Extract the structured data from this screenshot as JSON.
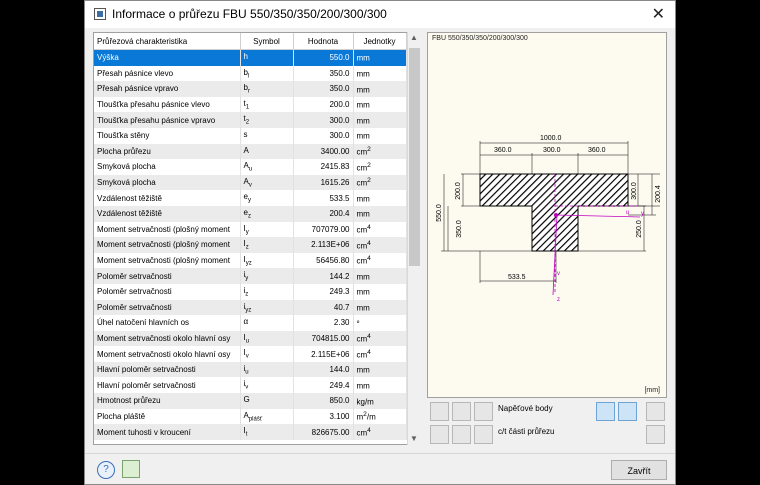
{
  "window": {
    "title": "Informace o průřezu FBU 550/350/350/200/300/300",
    "close_glyph": "✕"
  },
  "table": {
    "headers": [
      "Průřezová charakteristika",
      "Symbol",
      "Hodnota",
      "Jednotky"
    ],
    "rows": [
      {
        "name": "Výška",
        "sym": "h",
        "sub": "",
        "val": "550.0",
        "unit": "mm",
        "sup": ""
      },
      {
        "name": "Přesah pásnice vlevo",
        "sym": "b",
        "sub": "l",
        "val": "350.0",
        "unit": "mm",
        "sup": ""
      },
      {
        "name": "Přesah pásnice vpravo",
        "sym": "b",
        "sub": "r",
        "val": "350.0",
        "unit": "mm",
        "sup": ""
      },
      {
        "name": "Tloušťka přesahu pásnice vlevo",
        "sym": "t",
        "sub": "1",
        "val": "200.0",
        "unit": "mm",
        "sup": ""
      },
      {
        "name": "Tloušťka přesahu pásnice vpravo",
        "sym": "t",
        "sub": "2",
        "val": "300.0",
        "unit": "mm",
        "sup": ""
      },
      {
        "name": "Tloušťka stěny",
        "sym": "s",
        "sub": "",
        "val": "300.0",
        "unit": "mm",
        "sup": ""
      },
      {
        "name": "Plocha průřezu",
        "sym": "A",
        "sub": "",
        "val": "3400.00",
        "unit": "cm",
        "sup": "2"
      },
      {
        "name": "Smyková plocha",
        "sym": "A",
        "sub": "u",
        "val": "2415.83",
        "unit": "cm",
        "sup": "2"
      },
      {
        "name": "Smyková plocha",
        "sym": "A",
        "sub": "v",
        "val": "1615.26",
        "unit": "cm",
        "sup": "2"
      },
      {
        "name": "Vzdálenost těžiště",
        "sym": "e",
        "sub": "y",
        "val": "533.5",
        "unit": "mm",
        "sup": ""
      },
      {
        "name": "Vzdálenost těžiště",
        "sym": "e",
        "sub": "z",
        "val": "200.4",
        "unit": "mm",
        "sup": ""
      },
      {
        "name": "Moment setrvačnosti (plošný moment",
        "sym": "I",
        "sub": "y",
        "val": "707079.00",
        "unit": "cm",
        "sup": "4"
      },
      {
        "name": "Moment setrvačnosti (plošný moment",
        "sym": "I",
        "sub": "z",
        "val": "2.113E+06",
        "unit": "cm",
        "sup": "4"
      },
      {
        "name": "Moment setrvačnosti (plošný moment",
        "sym": "I",
        "sub": "yz",
        "val": "56456.80",
        "unit": "cm",
        "sup": "4"
      },
      {
        "name": "Poloměr setrvačnosti",
        "sym": "i",
        "sub": "y",
        "val": "144.2",
        "unit": "mm",
        "sup": ""
      },
      {
        "name": "Poloměr setrvačnosti",
        "sym": "i",
        "sub": "z",
        "val": "249.3",
        "unit": "mm",
        "sup": ""
      },
      {
        "name": "Poloměr setrvačnosti",
        "sym": "i",
        "sub": "yz",
        "val": "40.7",
        "unit": "mm",
        "sup": ""
      },
      {
        "name": "Úhel natočení hlavních os",
        "sym": "α",
        "sub": "",
        "val": "2.30",
        "unit": "°",
        "sup": ""
      },
      {
        "name": "Moment setrvačnosti okolo hlavní osy",
        "sym": "I",
        "sub": "u",
        "val": "704815.00",
        "unit": "cm",
        "sup": "4"
      },
      {
        "name": "Moment setrvačnosti okolo hlavní osy",
        "sym": "I",
        "sub": "v",
        "val": "2.115E+06",
        "unit": "cm",
        "sup": "4"
      },
      {
        "name": "Hlavní poloměr setrvačnosti",
        "sym": "i",
        "sub": "u",
        "val": "144.0",
        "unit": "mm",
        "sup": ""
      },
      {
        "name": "Hlavní poloměr setrvačnosti",
        "sym": "i",
        "sub": "v",
        "val": "249.4",
        "unit": "mm",
        "sup": ""
      },
      {
        "name": "Hmotnost průřezu",
        "sym": "G",
        "sub": "",
        "val": "850.0",
        "unit": "kg/m",
        "sup": ""
      },
      {
        "name": "Plocha pláště",
        "sym": "A",
        "sub": "plášť",
        "val": "3.100",
        "unit": "m",
        "sup": "2",
        "unit_tail": "/m"
      },
      {
        "name": "Moment tuhosti v kroucení",
        "sym": "I",
        "sub": "t",
        "val": "826675.00",
        "unit": "cm",
        "sup": "4"
      }
    ]
  },
  "preview": {
    "title": "FBU 550/350/350/200/300/300",
    "units_label": "[mm]",
    "dims": {
      "total_width": "1000.0",
      "left_overhang": "360.0",
      "web": "300.0",
      "right_overhang": "360.0",
      "top_left": "200.0",
      "top_right": "300.0",
      "ez": "200.4",
      "height": "550.0",
      "lower_left": "350.0",
      "lower_right": "250.0",
      "ey": "533.5"
    },
    "axes": {
      "y": "y",
      "z": "z",
      "u": "u",
      "v": "v"
    }
  },
  "tools": {
    "stress_points_label": "Napěťové body",
    "ct_label": "c/t části průřezu"
  },
  "buttons": {
    "close": "Zavřít",
    "help": "?"
  }
}
